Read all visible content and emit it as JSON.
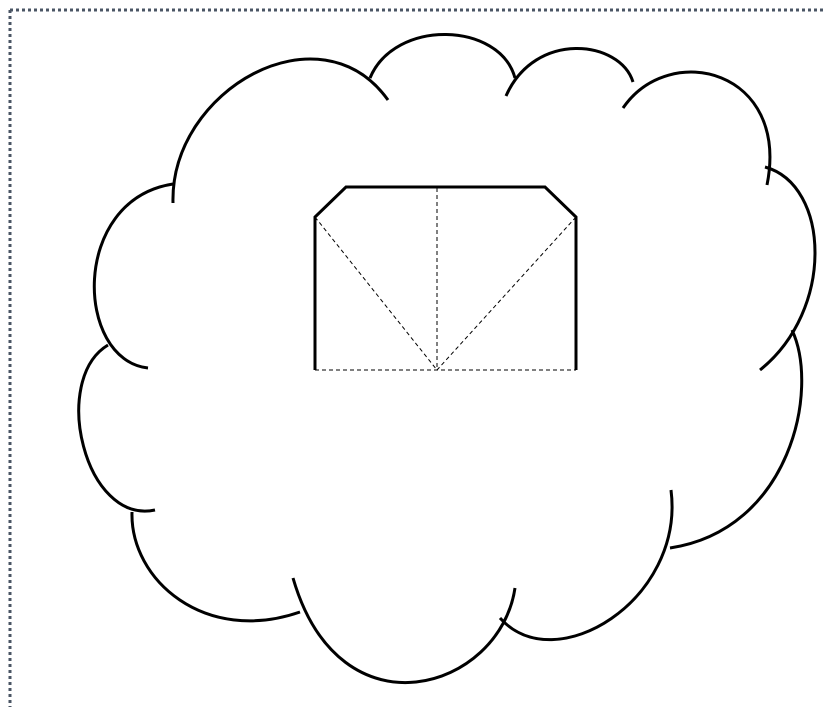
{
  "diagram": {
    "shapes": [
      "frame-border",
      "cloud-outline",
      "cut-corner-rectangle",
      "fold-lines"
    ],
    "colors": {
      "ink": "#000000",
      "frame": "#4a5564",
      "background": "#ffffff"
    },
    "line_styles": {
      "outline": "solid",
      "fold": "dashed",
      "frame": "dotted"
    }
  }
}
